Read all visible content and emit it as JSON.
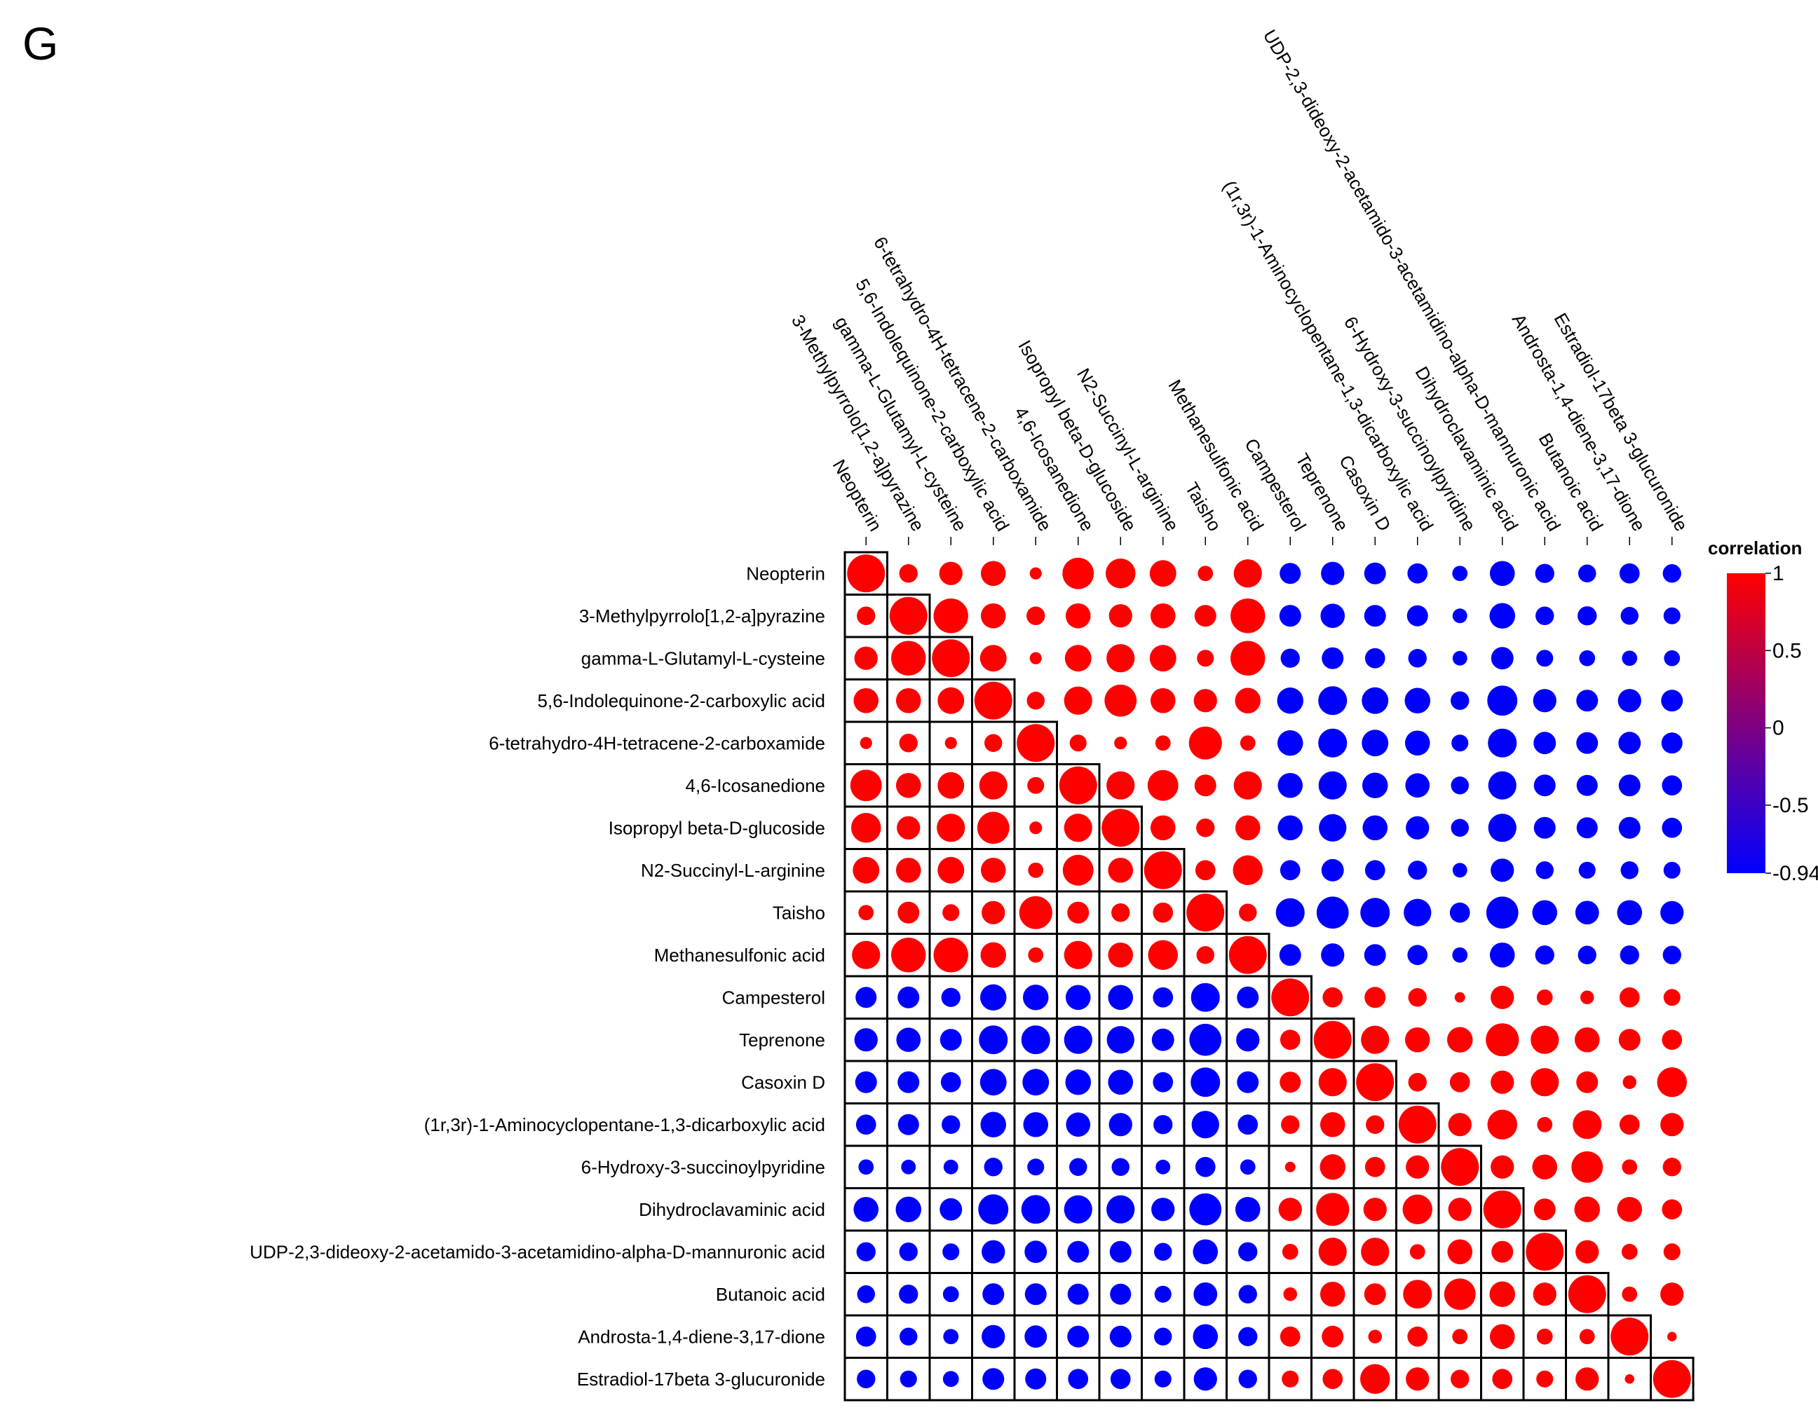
{
  "panel_label": "G",
  "chart_data": {
    "type": "correlogram",
    "variables": [
      "Neopterin",
      "3-Methylpyrrolo[1,2-a]pyrazine",
      "gamma-L-Glutamyl-L-cysteine",
      "5,6-Indolequinone-2-carboxylic acid",
      "6-tetrahydro-4H-tetracene-2-carboxamide",
      "4,6-Icosanedione",
      "Isopropyl beta-D-glucoside",
      "N2-Succinyl-L-arginine",
      "Taisho",
      "Methanesulfonic acid",
      "Campesterol",
      "Teprenone",
      "Casoxin D",
      "(1r,3r)-1-Aminocyclopentane-1,3-dicarboxylic acid",
      "6-Hydroxy-3-succinoylpyridine",
      "Dihydroclavaminic acid",
      "UDP-2,3-dideoxy-2-acetamido-3-acetamidino-alpha-D-mannuronic acid",
      "Butanoic acid",
      "Androsta-1,4-diene-3,17-dione",
      "Estradiol-17beta 3-glucuronide"
    ],
    "matrix": [
      [
        1.0,
        0.4,
        0.55,
        0.6,
        0.2,
        0.8,
        0.75,
        0.65,
        0.3,
        0.7,
        -0.48,
        -0.55,
        -0.5,
        -0.45,
        -0.3,
        -0.6,
        -0.42,
        -0.38,
        -0.45,
        -0.4
      ],
      [
        0.4,
        1.0,
        0.9,
        0.6,
        0.4,
        0.6,
        0.55,
        0.6,
        0.5,
        0.9,
        -0.5,
        -0.58,
        -0.5,
        -0.48,
        -0.28,
        -0.62,
        -0.4,
        -0.42,
        -0.38,
        -0.35
      ],
      [
        0.55,
        0.9,
        1.0,
        0.65,
        0.2,
        0.65,
        0.7,
        0.65,
        0.35,
        0.9,
        -0.42,
        -0.5,
        -0.45,
        -0.4,
        -0.28,
        -0.52,
        -0.35,
        -0.32,
        -0.3,
        -0.32
      ],
      [
        0.6,
        0.6,
        0.65,
        1.0,
        0.38,
        0.7,
        0.82,
        0.6,
        0.55,
        0.62,
        -0.64,
        -0.72,
        -0.65,
        -0.62,
        -0.4,
        -0.76,
        -0.55,
        -0.5,
        -0.55,
        -0.5
      ],
      [
        0.2,
        0.4,
        0.2,
        0.38,
        1.0,
        0.35,
        0.22,
        0.3,
        0.85,
        0.3,
        -0.62,
        -0.72,
        -0.65,
        -0.6,
        -0.35,
        -0.72,
        -0.52,
        -0.5,
        -0.52,
        -0.48
      ],
      [
        0.8,
        0.6,
        0.65,
        0.7,
        0.35,
        1.0,
        0.7,
        0.78,
        0.5,
        0.7,
        -0.6,
        -0.7,
        -0.62,
        -0.58,
        -0.38,
        -0.7,
        -0.5,
        -0.48,
        -0.5,
        -0.45
      ],
      [
        0.75,
        0.55,
        0.7,
        0.82,
        0.22,
        0.7,
        1.0,
        0.6,
        0.4,
        0.6,
        -0.6,
        -0.68,
        -0.6,
        -0.55,
        -0.38,
        -0.7,
        -0.5,
        -0.48,
        -0.5,
        -0.45
      ],
      [
        0.65,
        0.6,
        0.65,
        0.6,
        0.3,
        0.78,
        0.6,
        1.0,
        0.45,
        0.75,
        -0.45,
        -0.52,
        -0.45,
        -0.42,
        -0.28,
        -0.55,
        -0.38,
        -0.35,
        -0.38,
        -0.35
      ],
      [
        0.3,
        0.5,
        0.35,
        0.55,
        0.85,
        0.5,
        0.4,
        0.45,
        1.0,
        0.38,
        -0.72,
        -0.82,
        -0.74,
        -0.68,
        -0.45,
        -0.82,
        -0.6,
        -0.56,
        -0.6,
        -0.55
      ],
      [
        0.7,
        0.9,
        0.9,
        0.62,
        0.3,
        0.7,
        0.6,
        0.75,
        0.38,
        1.0,
        -0.5,
        -0.55,
        -0.5,
        -0.45,
        -0.3,
        -0.6,
        -0.42,
        -0.4,
        -0.42,
        -0.4
      ],
      [
        -0.48,
        -0.5,
        -0.42,
        -0.64,
        -0.62,
        -0.6,
        -0.6,
        -0.45,
        -0.72,
        -0.5,
        1.0,
        0.45,
        0.48,
        0.4,
        0.15,
        0.55,
        0.32,
        0.25,
        0.45,
        0.35
      ],
      [
        -0.55,
        -0.58,
        -0.5,
        -0.72,
        -0.72,
        -0.7,
        -0.68,
        -0.52,
        -0.82,
        -0.55,
        0.45,
        1.0,
        0.7,
        0.6,
        0.62,
        0.85,
        0.7,
        0.6,
        0.5,
        0.45
      ],
      [
        -0.5,
        -0.5,
        -0.45,
        -0.65,
        -0.65,
        -0.62,
        -0.6,
        -0.45,
        -0.74,
        -0.5,
        0.48,
        0.7,
        1.0,
        0.4,
        0.45,
        0.55,
        0.7,
        0.5,
        0.25,
        0.75
      ],
      [
        -0.45,
        -0.48,
        -0.4,
        -0.62,
        -0.6,
        -0.58,
        -0.55,
        -0.42,
        -0.68,
        -0.45,
        0.4,
        0.6,
        0.4,
        1.0,
        0.55,
        0.75,
        0.3,
        0.72,
        0.45,
        0.55
      ],
      [
        -0.3,
        -0.28,
        -0.28,
        -0.4,
        -0.35,
        -0.38,
        -0.38,
        -0.28,
        -0.45,
        -0.3,
        0.15,
        0.62,
        0.45,
        0.55,
        1.0,
        0.55,
        0.6,
        0.8,
        0.3,
        0.4
      ],
      [
        -0.6,
        -0.62,
        -0.52,
        -0.76,
        -0.72,
        -0.7,
        -0.7,
        -0.55,
        -0.82,
        -0.6,
        0.55,
        0.85,
        0.55,
        0.75,
        0.55,
        1.0,
        0.5,
        0.62,
        0.6,
        0.45
      ],
      [
        -0.42,
        -0.4,
        -0.35,
        -0.55,
        -0.52,
        -0.5,
        -0.5,
        -0.38,
        -0.6,
        -0.42,
        0.32,
        0.7,
        0.7,
        0.3,
        0.6,
        0.5,
        1.0,
        0.55,
        0.32,
        0.35
      ],
      [
        -0.38,
        -0.42,
        -0.32,
        -0.5,
        -0.5,
        -0.48,
        -0.48,
        -0.35,
        -0.56,
        -0.4,
        0.25,
        0.6,
        0.5,
        0.72,
        0.8,
        0.62,
        0.55,
        1.0,
        0.3,
        0.55
      ],
      [
        -0.45,
        -0.38,
        -0.3,
        -0.55,
        -0.52,
        -0.5,
        -0.5,
        -0.38,
        -0.6,
        -0.42,
        0.45,
        0.5,
        0.25,
        0.45,
        0.3,
        0.6,
        0.32,
        0.3,
        1.0,
        0.12
      ],
      [
        -0.4,
        -0.35,
        -0.32,
        -0.5,
        -0.48,
        -0.45,
        -0.45,
        -0.35,
        -0.55,
        -0.4,
        0.35,
        0.45,
        0.75,
        0.55,
        0.4,
        0.45,
        0.35,
        0.55,
        0.12,
        1.0
      ]
    ],
    "legend": {
      "title": "correlation",
      "min": -0.94,
      "max": 1,
      "ticks": [
        "1",
        "0.5",
        "0",
        "-0.5",
        "-0.94"
      ],
      "tick_values": [
        1,
        0.5,
        0,
        -0.5,
        -0.94
      ],
      "color_high": "#ff0000",
      "color_mid": "#800080",
      "color_low": "#0000ff",
      "placement": "right"
    },
    "lower_triangle_boxed": true
  }
}
